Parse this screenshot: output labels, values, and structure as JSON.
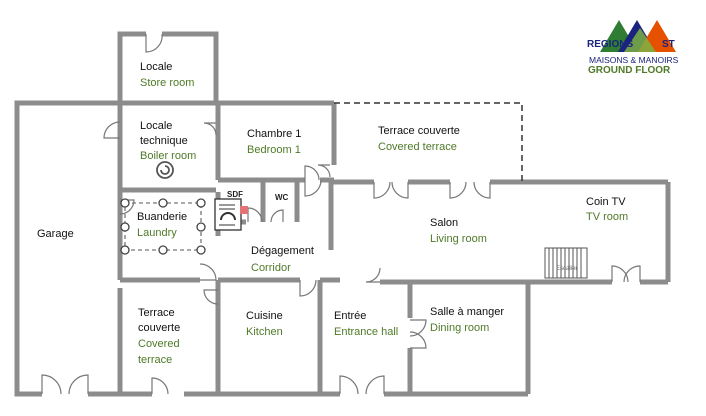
{
  "logo": {
    "text_dark": "REGIONS",
    "text_right": "ST",
    "brand": "MAISONS & MANOIRS",
    "floor_label": "GROUND FLOOR",
    "colors": [
      "#2e7d32",
      "#1a237e",
      "#e65100",
      "#7cb342"
    ]
  },
  "rooms": {
    "locale": {
      "fr": "Locale",
      "en": "Store room"
    },
    "locale_technique": {
      "fr1": "Locale",
      "fr2": "technique",
      "en": "Boiler room"
    },
    "chambre": {
      "fr": "Chambre 1",
      "en": "Bedroom 1"
    },
    "terrace_top": {
      "fr": "Terrace couverte",
      "en": "Covered terrace"
    },
    "coin_tv": {
      "fr": "Coin TV",
      "en": "TV room"
    },
    "garage": {
      "fr": "Garage"
    },
    "buanderie": {
      "fr": "Buanderie",
      "en": "Laundry"
    },
    "sdf": {
      "fr": "SDF"
    },
    "wc": {
      "fr": "WC"
    },
    "salon": {
      "fr": "Salon",
      "en": "Living room"
    },
    "degagement": {
      "fr": "Dégagement",
      "en": "Corridor"
    },
    "terrace_bottom": {
      "fr1": "Terrace",
      "fr2": "couverte",
      "en1": "Covered",
      "en2": "terrace"
    },
    "cuisine": {
      "fr": "Cuisine",
      "en": "Kitchen"
    },
    "entree": {
      "fr": "Entrée",
      "en": "Entrance hall"
    },
    "salle_a_manger": {
      "fr": "Salle à manger",
      "en": "Dining room"
    },
    "stairs_label": "Escalier"
  },
  "colors": {
    "walls": "#8c8c8c",
    "wall_fill": "#ffffff",
    "english_text": "#4f7a28"
  }
}
